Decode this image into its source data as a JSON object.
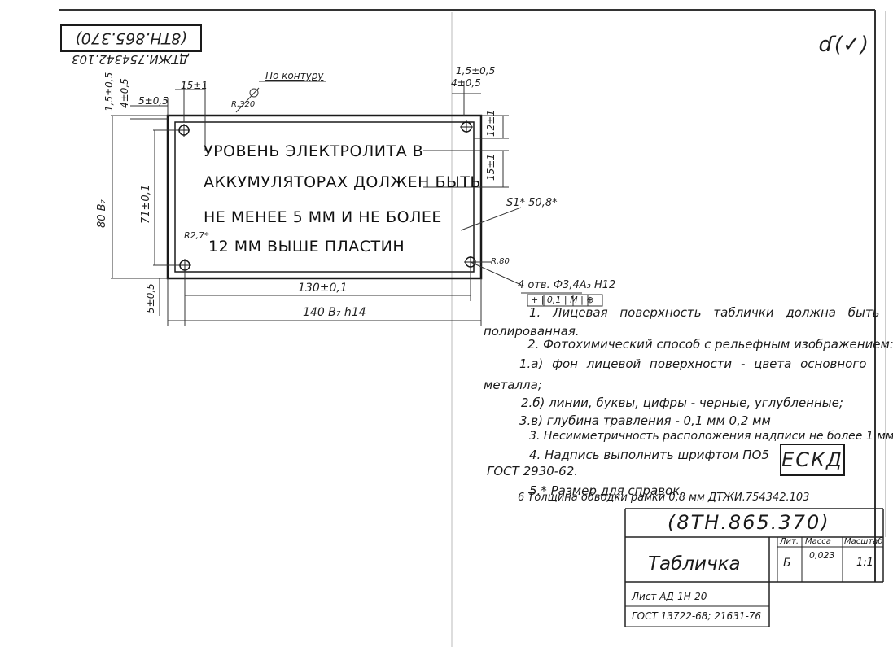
{
  "top_code": "(8ТН.865.370)",
  "top_sub": "ДТЖИ.754342.103",
  "check_mark": "ɗ(✓)",
  "plate": {
    "lines": [
      "УРОВЕНЬ ЭЛЕКТРОЛИТА В",
      "АККУМУЛЯТОРАХ ДОЛЖЕН БЫТЬ",
      "НЕ МЕНЕЕ 5 ММ И НЕ БОЛЕЕ",
      "12 ММ ВЫШЕ ПЛАСТИН"
    ]
  },
  "dims": {
    "contour": "По контуру",
    "r320": "R.320",
    "d15": "15±1",
    "d5": "5±0,5",
    "d15b": "1,5±0,5",
    "d485": "4±0,5",
    "tr15": "1,5±0,5",
    "tr4": "4±0,5",
    "d12": "12±1",
    "d15r": "15±1",
    "d80": "80 В₇",
    "d71": "71±0,1",
    "r27": "R2,7*",
    "s1": "S1* 50,8*",
    "r80": "R.80",
    "holes": "4 отв. Ф3,4А₃ Н12",
    "tol": "+ | 0,1 | M | ⊕",
    "d130": "130±0,1",
    "d140": "140 В₇ h14",
    "d5b": "5±0,5"
  },
  "notes": [
    "1. Лицевая поверхность таблички должна быть",
    "полированная.",
    "2. Фотохимический способ с рельефным изображением:",
    "1.а) фон лицевой поверхности - цвета основного",
    "металла;",
    "2.б) линии, буквы, цифры - черные, углубленные;",
    "3.в) глубина травления - 0,1 мм 0,2 мм",
    "3. Несимметричность расположения надписи не более 1 мм.",
    "4. Надпись выполнить шрифтом ПО5",
    "ГОСТ 2930-62.",
    "5.* Размер для справок.",
    "6 Толщина обводки рамки 0,8 мм ДТЖИ.754342.103"
  ],
  "eskd": "ЕСКД",
  "title_block": {
    "code": "(8ТН.865.370)",
    "name": "Табличка",
    "lit_header": "Лит.",
    "mass_header": "Масса",
    "scale_header": "Масштаб",
    "lit": "Б",
    "mass": "0,023",
    "scale": "1:1",
    "sheet": "Лист АД-1Н-20",
    "gost": "ГОСТ 13722-68; 21631-76"
  },
  "colors": {
    "ink": "#1a1a1a",
    "paper": "#ffffff"
  }
}
